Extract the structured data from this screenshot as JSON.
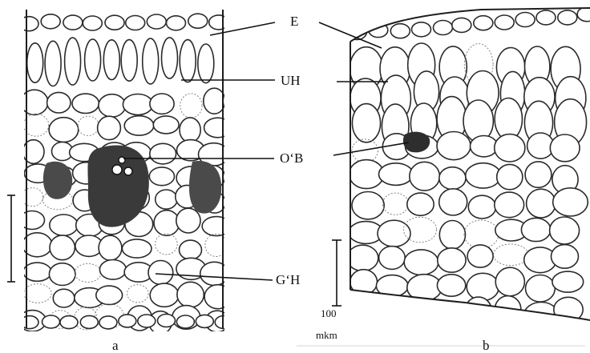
{
  "labels": {
    "epidermis": "E",
    "upper_tissue": "UH",
    "vascular_bundle": "O‘B",
    "ground_tissue": "G‘H"
  },
  "scale": {
    "value": "100",
    "unit": "mkm"
  },
  "panels": {
    "left": "a",
    "right": "b"
  },
  "colors": {
    "ink": "#1e1e1e",
    "bundle": "#3a3a3a",
    "background": "#ffffff"
  }
}
